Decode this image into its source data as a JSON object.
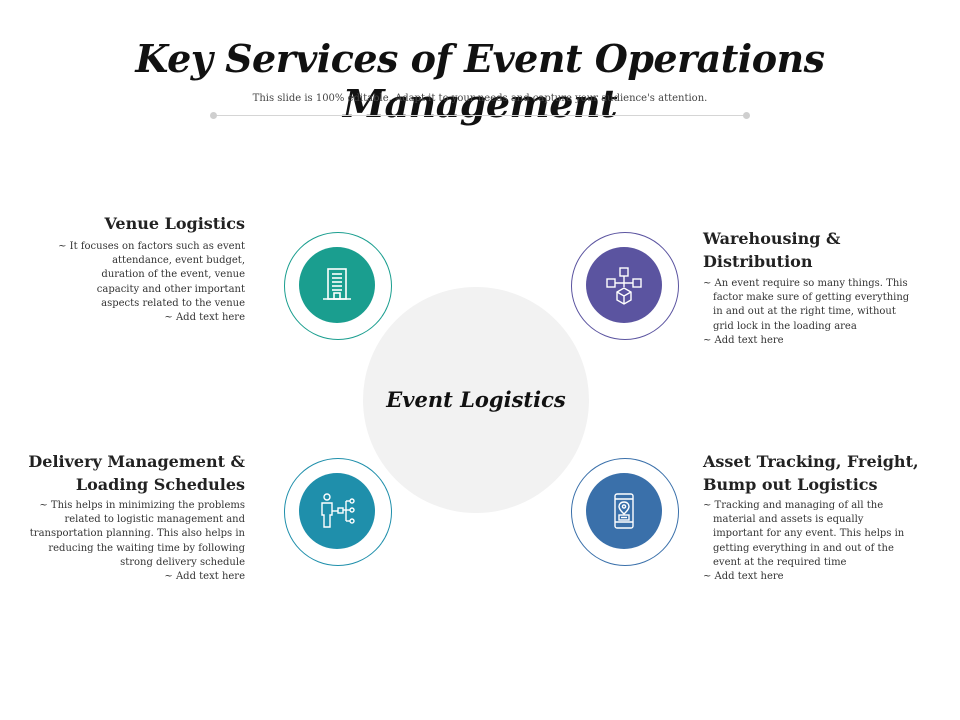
{
  "title": "Key Services of Event Operations Management",
  "subtitle": "This slide is 100% editable. Adapt it to your needs and capture your audience's attention.",
  "center": {
    "label": "Event Logistics"
  },
  "colors": {
    "teal": "#1a9e8f",
    "purple": "#5b54a0",
    "blue_teal": "#1f8fab",
    "steel_blue": "#3a70aa"
  },
  "services": {
    "venue": {
      "icon": "building-icon",
      "title": "Venue Logistics",
      "lines": [
        "~ It focuses on factors such as event",
        "attendance, event budget,",
        "duration of the event, venue",
        "capacity and other important",
        "aspects related to the venue",
        "~ Add text here"
      ]
    },
    "warehousing": {
      "icon": "boxes-network-icon",
      "title": "Warehousing & Distribution",
      "lines": [
        "~ An event require so many things. This",
        "factor make sure of getting everything",
        "in and out at the right time, without",
        "grid lock in the loading area",
        "~ Add text here"
      ]
    },
    "delivery": {
      "icon": "person-flow-icon",
      "title_line1": "Delivery Management &",
      "title_line2": "Loading Schedules",
      "lines": [
        "~ This helps in minimizing the problems",
        "related to logistic management and",
        "transportation planning. This also helps in",
        "reducing the waiting time by following",
        "strong delivery schedule",
        "~ Add text here"
      ]
    },
    "asset": {
      "icon": "mobile-location-icon",
      "title_line1": "Asset Tracking, Freight,",
      "title_line2": "Bump out Logistics",
      "lines": [
        "~ Tracking and managing of all the",
        "material and assets is equally",
        "important for any event. This helps in",
        "getting everything in and out of the",
        "event at the required time",
        "~ Add text here"
      ]
    }
  }
}
